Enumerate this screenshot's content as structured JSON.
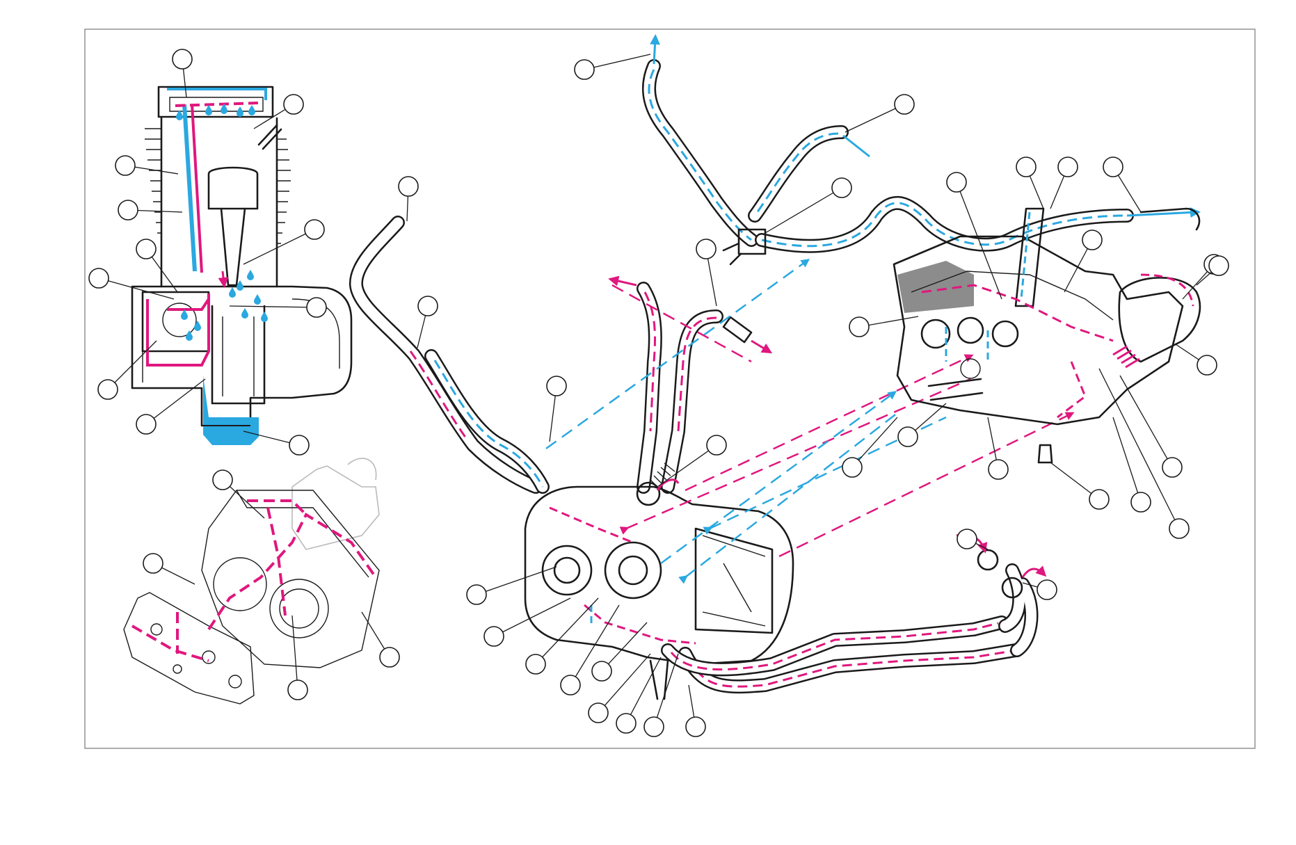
{
  "colors": {
    "feed_oil": "#2aa8e0",
    "return_oil": "#e0177e",
    "outline": "#1a1a1a",
    "frame": "#8a8a8a",
    "background": "#ffffff"
  },
  "panels": [
    {
      "name": "cylinder-cutaway",
      "callout_count": 14
    },
    {
      "name": "cam-support-plate",
      "callout_count": 4
    },
    {
      "name": "oil-pump-and-hoses",
      "callout_count": 16
    },
    {
      "name": "crankcase-right-half",
      "callout_count": 16
    }
  ],
  "callout_count": 50
}
